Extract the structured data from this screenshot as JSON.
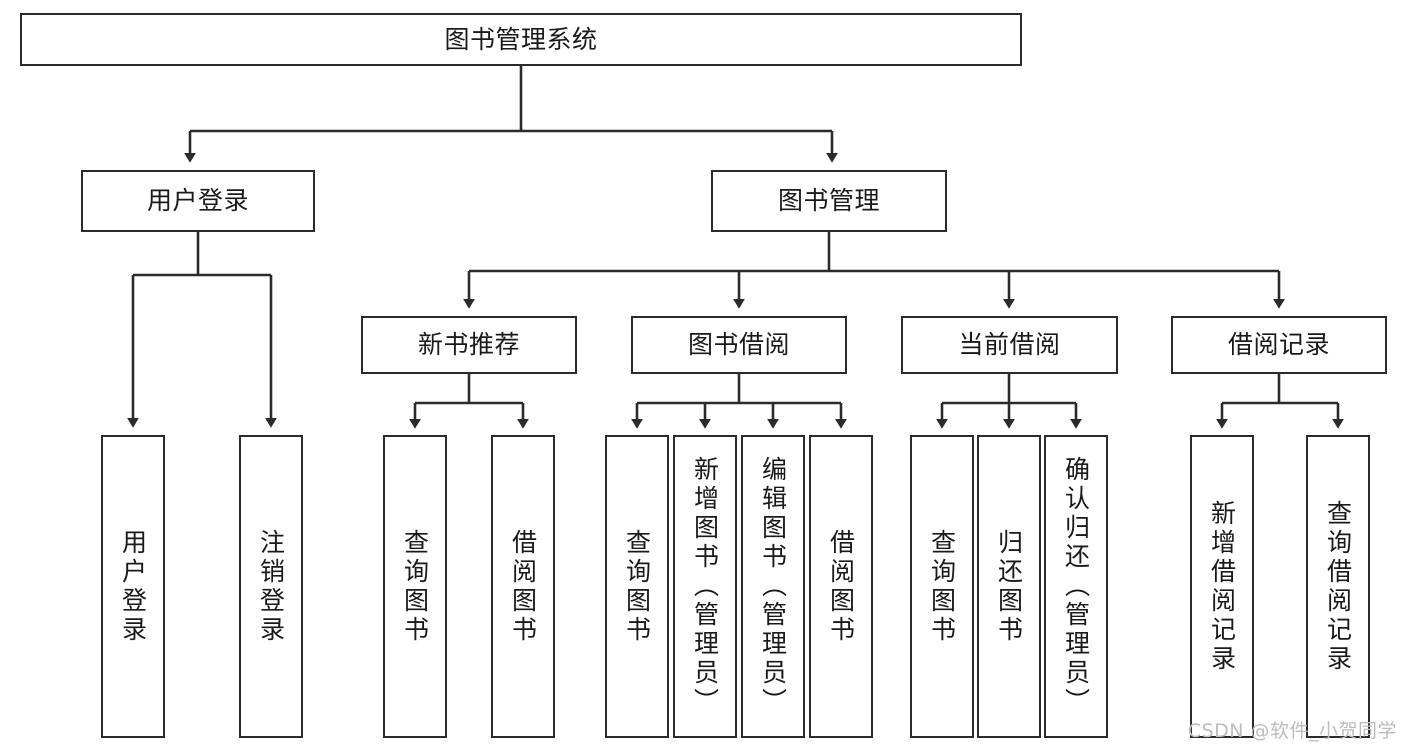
{
  "diagram": {
    "title": "图书管理系统",
    "type": "tree",
    "root": {
      "label": "图书管理系统"
    },
    "level2": [
      {
        "label": "用户登录"
      },
      {
        "label": "图书管理"
      }
    ],
    "level3": [
      {
        "label": "新书推荐"
      },
      {
        "label": "图书借阅"
      },
      {
        "label": "当前借阅"
      },
      {
        "label": "借阅记录"
      }
    ],
    "leaves": {
      "user_login": [
        {
          "label": "用户登录"
        },
        {
          "label": "注销登录"
        }
      ],
      "new_book": [
        {
          "label": "查询图书"
        },
        {
          "label": "借阅图书"
        }
      ],
      "borrow_book": [
        {
          "label": "查询图书"
        },
        {
          "label": "新增图书（管理员）"
        },
        {
          "label": "编辑图书（管理员）"
        },
        {
          "label": "借阅图书"
        }
      ],
      "current_borrow": [
        {
          "label": "查询图书"
        },
        {
          "label": "归还图书"
        },
        {
          "label": "确认归还（管理员）"
        }
      ],
      "borrow_record": [
        {
          "label": "新增借阅记录"
        },
        {
          "label": "查询借阅记录"
        }
      ]
    }
  },
  "watermark": {
    "text": "CSDN @软件_小贺同学"
  },
  "colors": {
    "stroke": "#2b2b2b",
    "fill": "#ffffff",
    "text": "#1a1a1a",
    "watermark": "#bdbdbd"
  }
}
